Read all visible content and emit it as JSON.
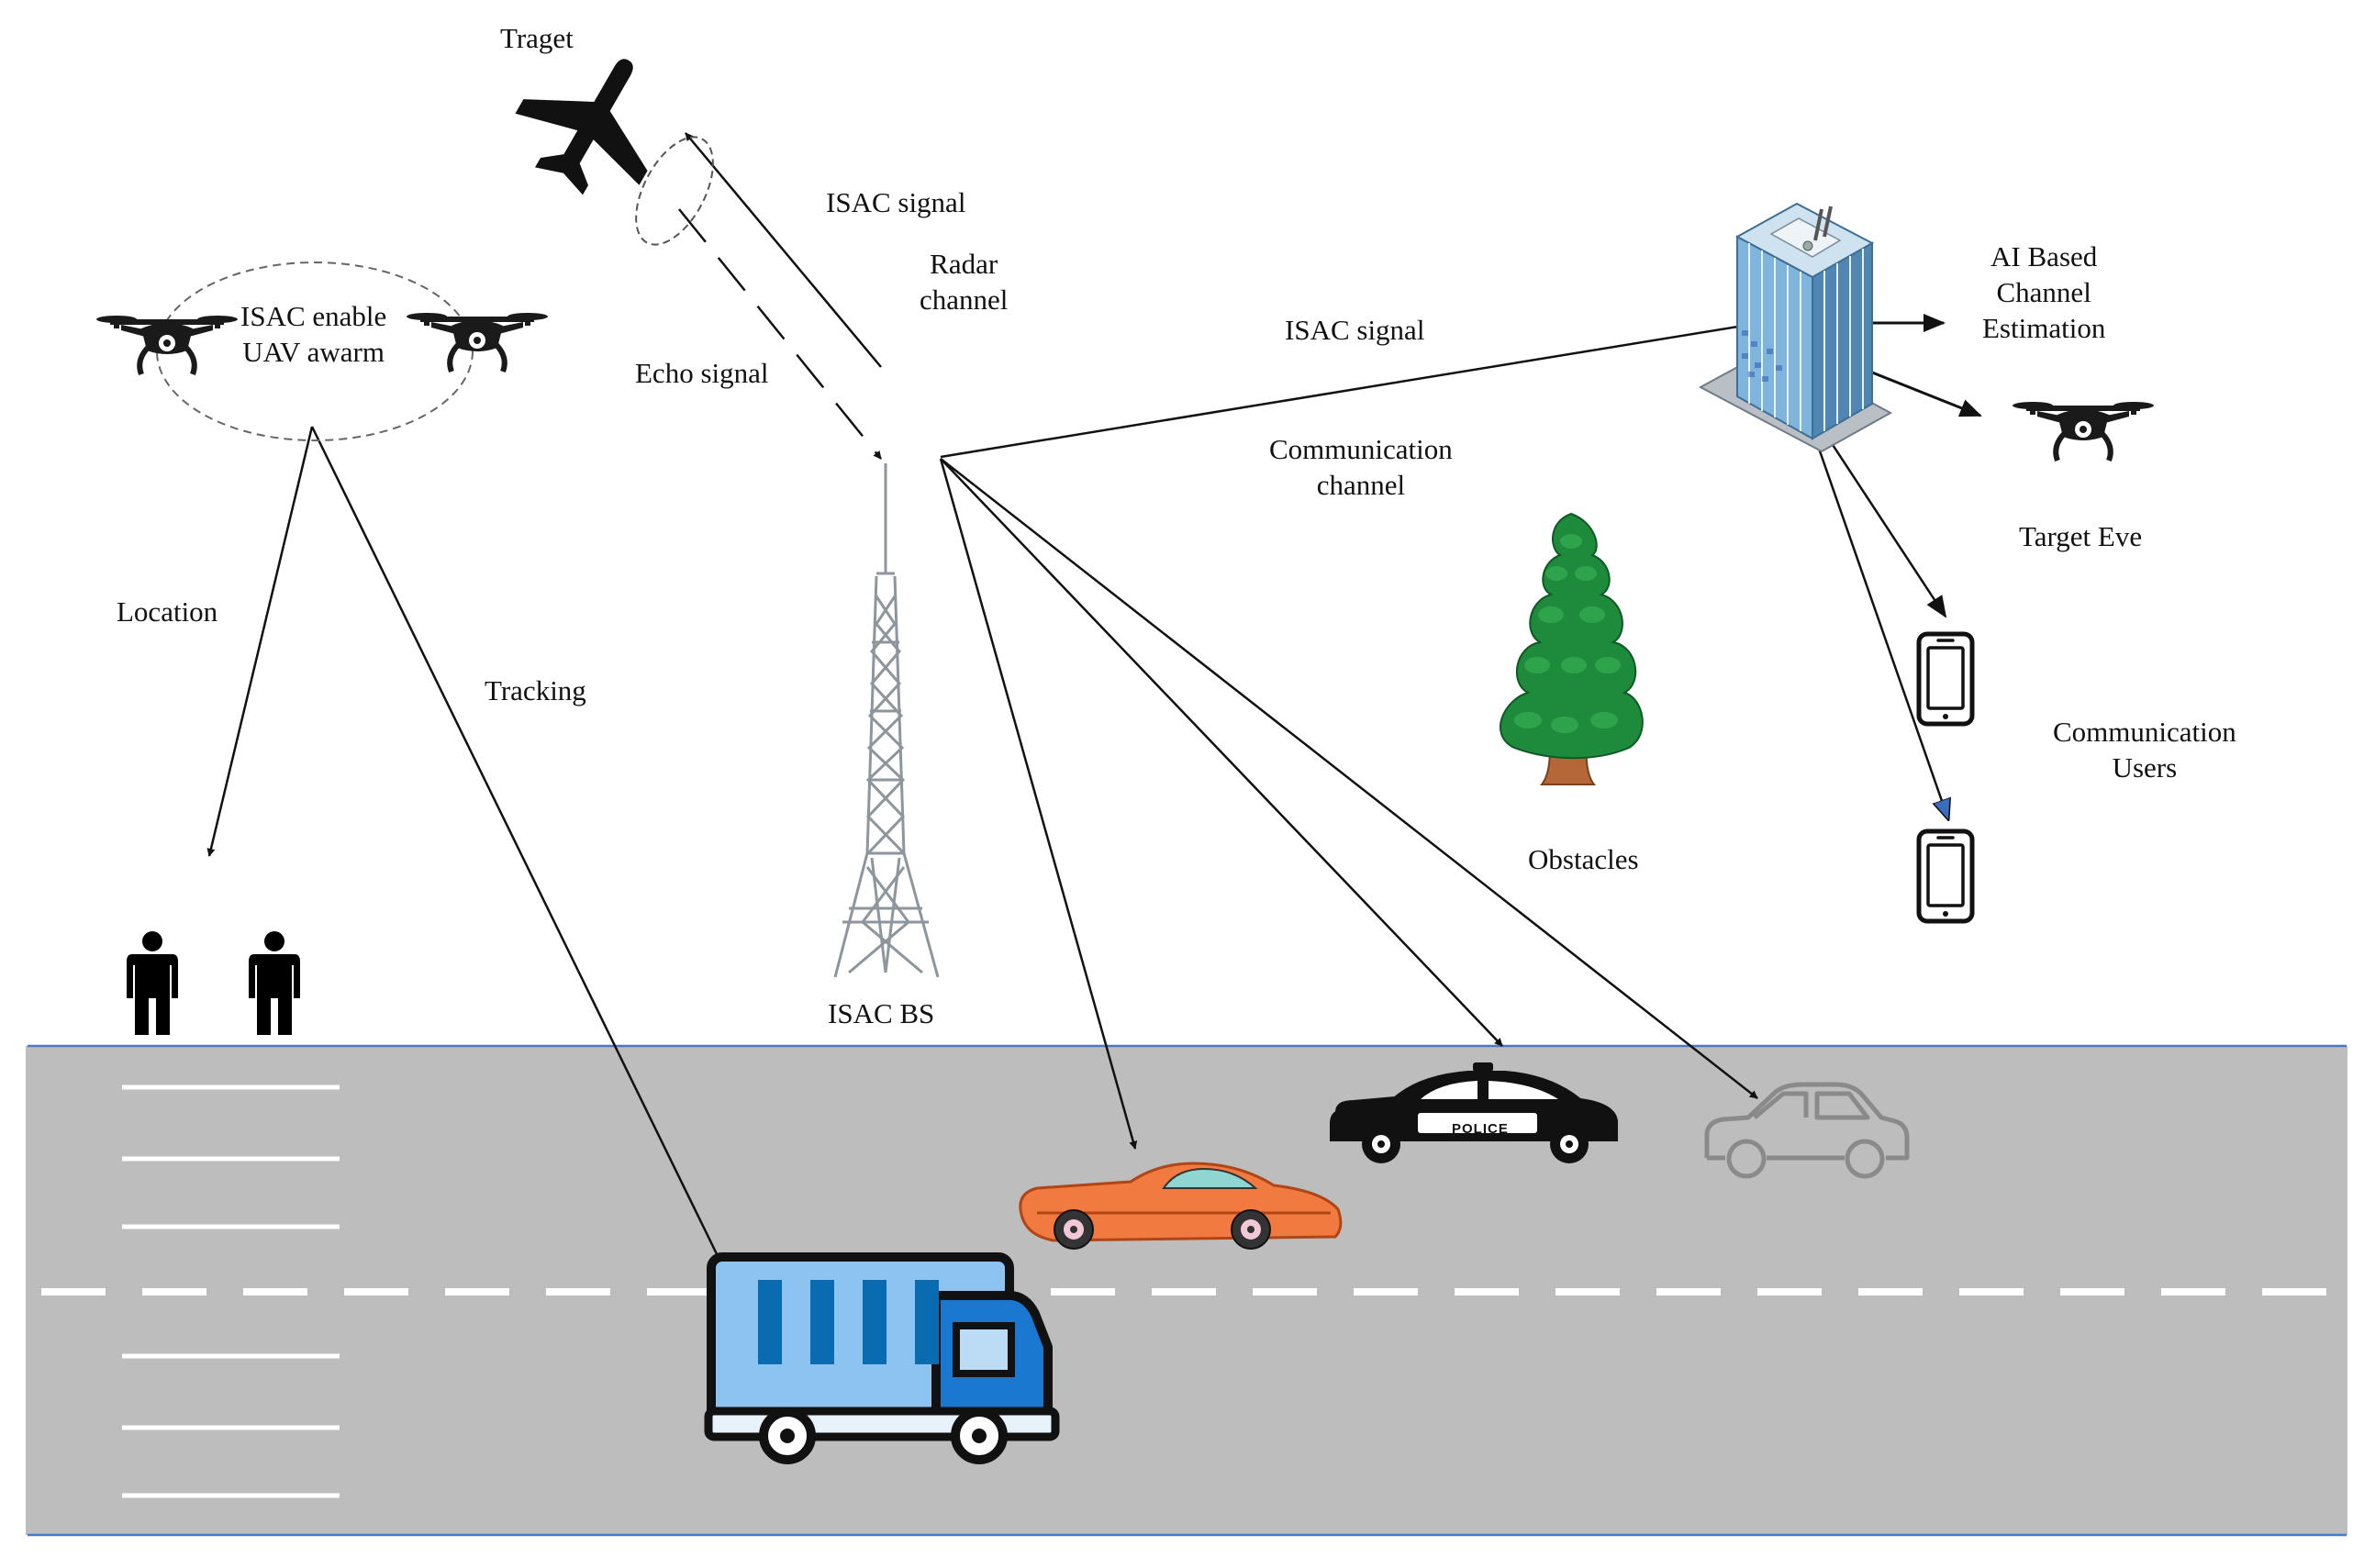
{
  "labels": {
    "target": "Traget",
    "isac_signal_radar": "ISAC signal",
    "radar_channel": [
      "Radar",
      "channel"
    ],
    "echo_signal": "Echo signal",
    "uav_swarm": [
      "ISAC enable",
      "UAV awarm"
    ],
    "location": "Location",
    "tracking": "Tracking",
    "isac_bs": "ISAC BS",
    "isac_signal_comm": "ISAC signal",
    "communication_channel": [
      "Communication",
      "channel"
    ],
    "ai_channel_estimation": [
      "AI Based",
      "Channel",
      "Estimation"
    ],
    "target_eve": "Target Eve",
    "communication_users": [
      "Communication",
      "Users"
    ],
    "obstacles": "Obstacles",
    "police": "POLICE"
  },
  "icons": [
    "airplane-icon",
    "drone-icon",
    "person-icon",
    "tower-icon",
    "building-icon",
    "tree-icon",
    "smartphone-icon",
    "truck-icon",
    "sports-car-icon",
    "police-car-icon",
    "car-icon"
  ],
  "colors": {
    "road": "#bdbdbd",
    "road_edge": "#4a78c2",
    "truck_body": "#8cc3f0",
    "truck_outline": "#111111",
    "truck_stripes": "#0b6bb0",
    "truck_cab": "#1a78d0",
    "sports_car": "#f07a40",
    "tree": "#1e8a3c",
    "trunk": "#b5673a",
    "building": "#9ec9e6"
  }
}
